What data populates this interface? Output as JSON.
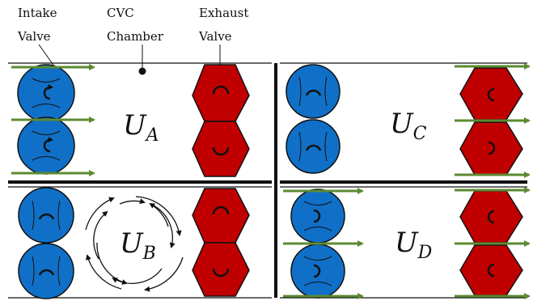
{
  "labels": {
    "intake": [
      "Intake",
      "Valve"
    ],
    "chamber": [
      "CVC",
      "Chamber"
    ],
    "exhaust": [
      "Exhaust",
      "Valve"
    ]
  },
  "panels": {
    "a": {
      "u": "U",
      "sub": "A"
    },
    "b": {
      "u": "U",
      "sub": "B"
    },
    "c": {
      "u": "U",
      "sub": "C"
    },
    "d": {
      "u": "U",
      "sub": "D"
    }
  },
  "colors": {
    "intake_valve": "#1070C8",
    "exhaust_valve": "#C00000",
    "flow_arrow": "#5C8A32",
    "wall": "#000000"
  }
}
